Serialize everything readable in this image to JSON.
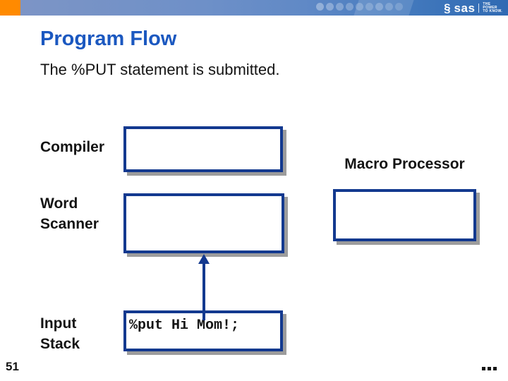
{
  "header": {
    "brand": "sas",
    "logo_glyph": "§",
    "tagline": [
      "THE",
      "POWER",
      "TO KNOW."
    ]
  },
  "slide": {
    "title": "Program Flow",
    "subtitle": "The %PUT statement is submitted."
  },
  "diagram": {
    "compiler_label": "Compiler",
    "word_scanner_label": "Word Scanner",
    "input_stack_label": "Input Stack",
    "macro_processor_label": "Macro Processor",
    "input_stack_code": "%put Hi Mom!;",
    "arrow": "input-stack-to-word-scanner"
  },
  "footer": {
    "page_number": "51"
  },
  "colors": {
    "title_blue": "#1b58c0",
    "box_border_navy": "#13398f",
    "box_shadow_gray": "#9c9c9c",
    "orange_accent": "#ff8a00",
    "banner_blue_left": "#7e95c5",
    "banner_blue_right": "#2f6ab3",
    "text_black": "#141414"
  }
}
